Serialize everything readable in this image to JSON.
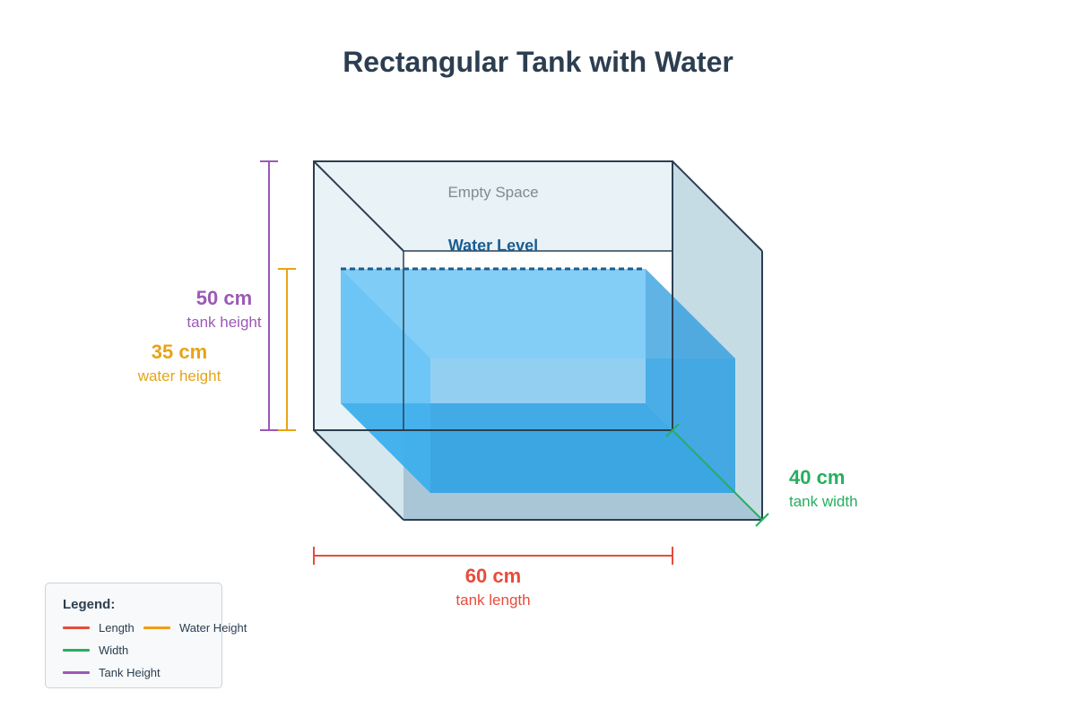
{
  "title": "Rectangular Tank with Water",
  "labels": {
    "empty_space": "Empty Space",
    "water_level": "Water Level"
  },
  "dimensions": {
    "length": {
      "value": "60 cm",
      "label": "tank length",
      "color": "#e74c3c"
    },
    "width": {
      "value": "40 cm",
      "label": "tank width",
      "color": "#27ae60"
    },
    "tank_height": {
      "value": "50 cm",
      "label": "tank height",
      "color": "#9b59b6"
    },
    "water_height": {
      "value": "35 cm",
      "label": "water height",
      "color": "#e8a317"
    }
  },
  "legend": {
    "title": "Legend:",
    "items": [
      {
        "label": "Length",
        "color": "#e74c3c"
      },
      {
        "label": "Water Height",
        "color": "#f39c12"
      },
      {
        "label": "Width",
        "color": "#27ae60"
      },
      {
        "label": "Tank Height",
        "color": "#9b59b6"
      }
    ]
  },
  "colors": {
    "tank_edge": "#2c3e50",
    "water_fill": "#29a9f0",
    "water_level_line": "#1a5d8f",
    "tank_glass": "#b3cfdd"
  }
}
